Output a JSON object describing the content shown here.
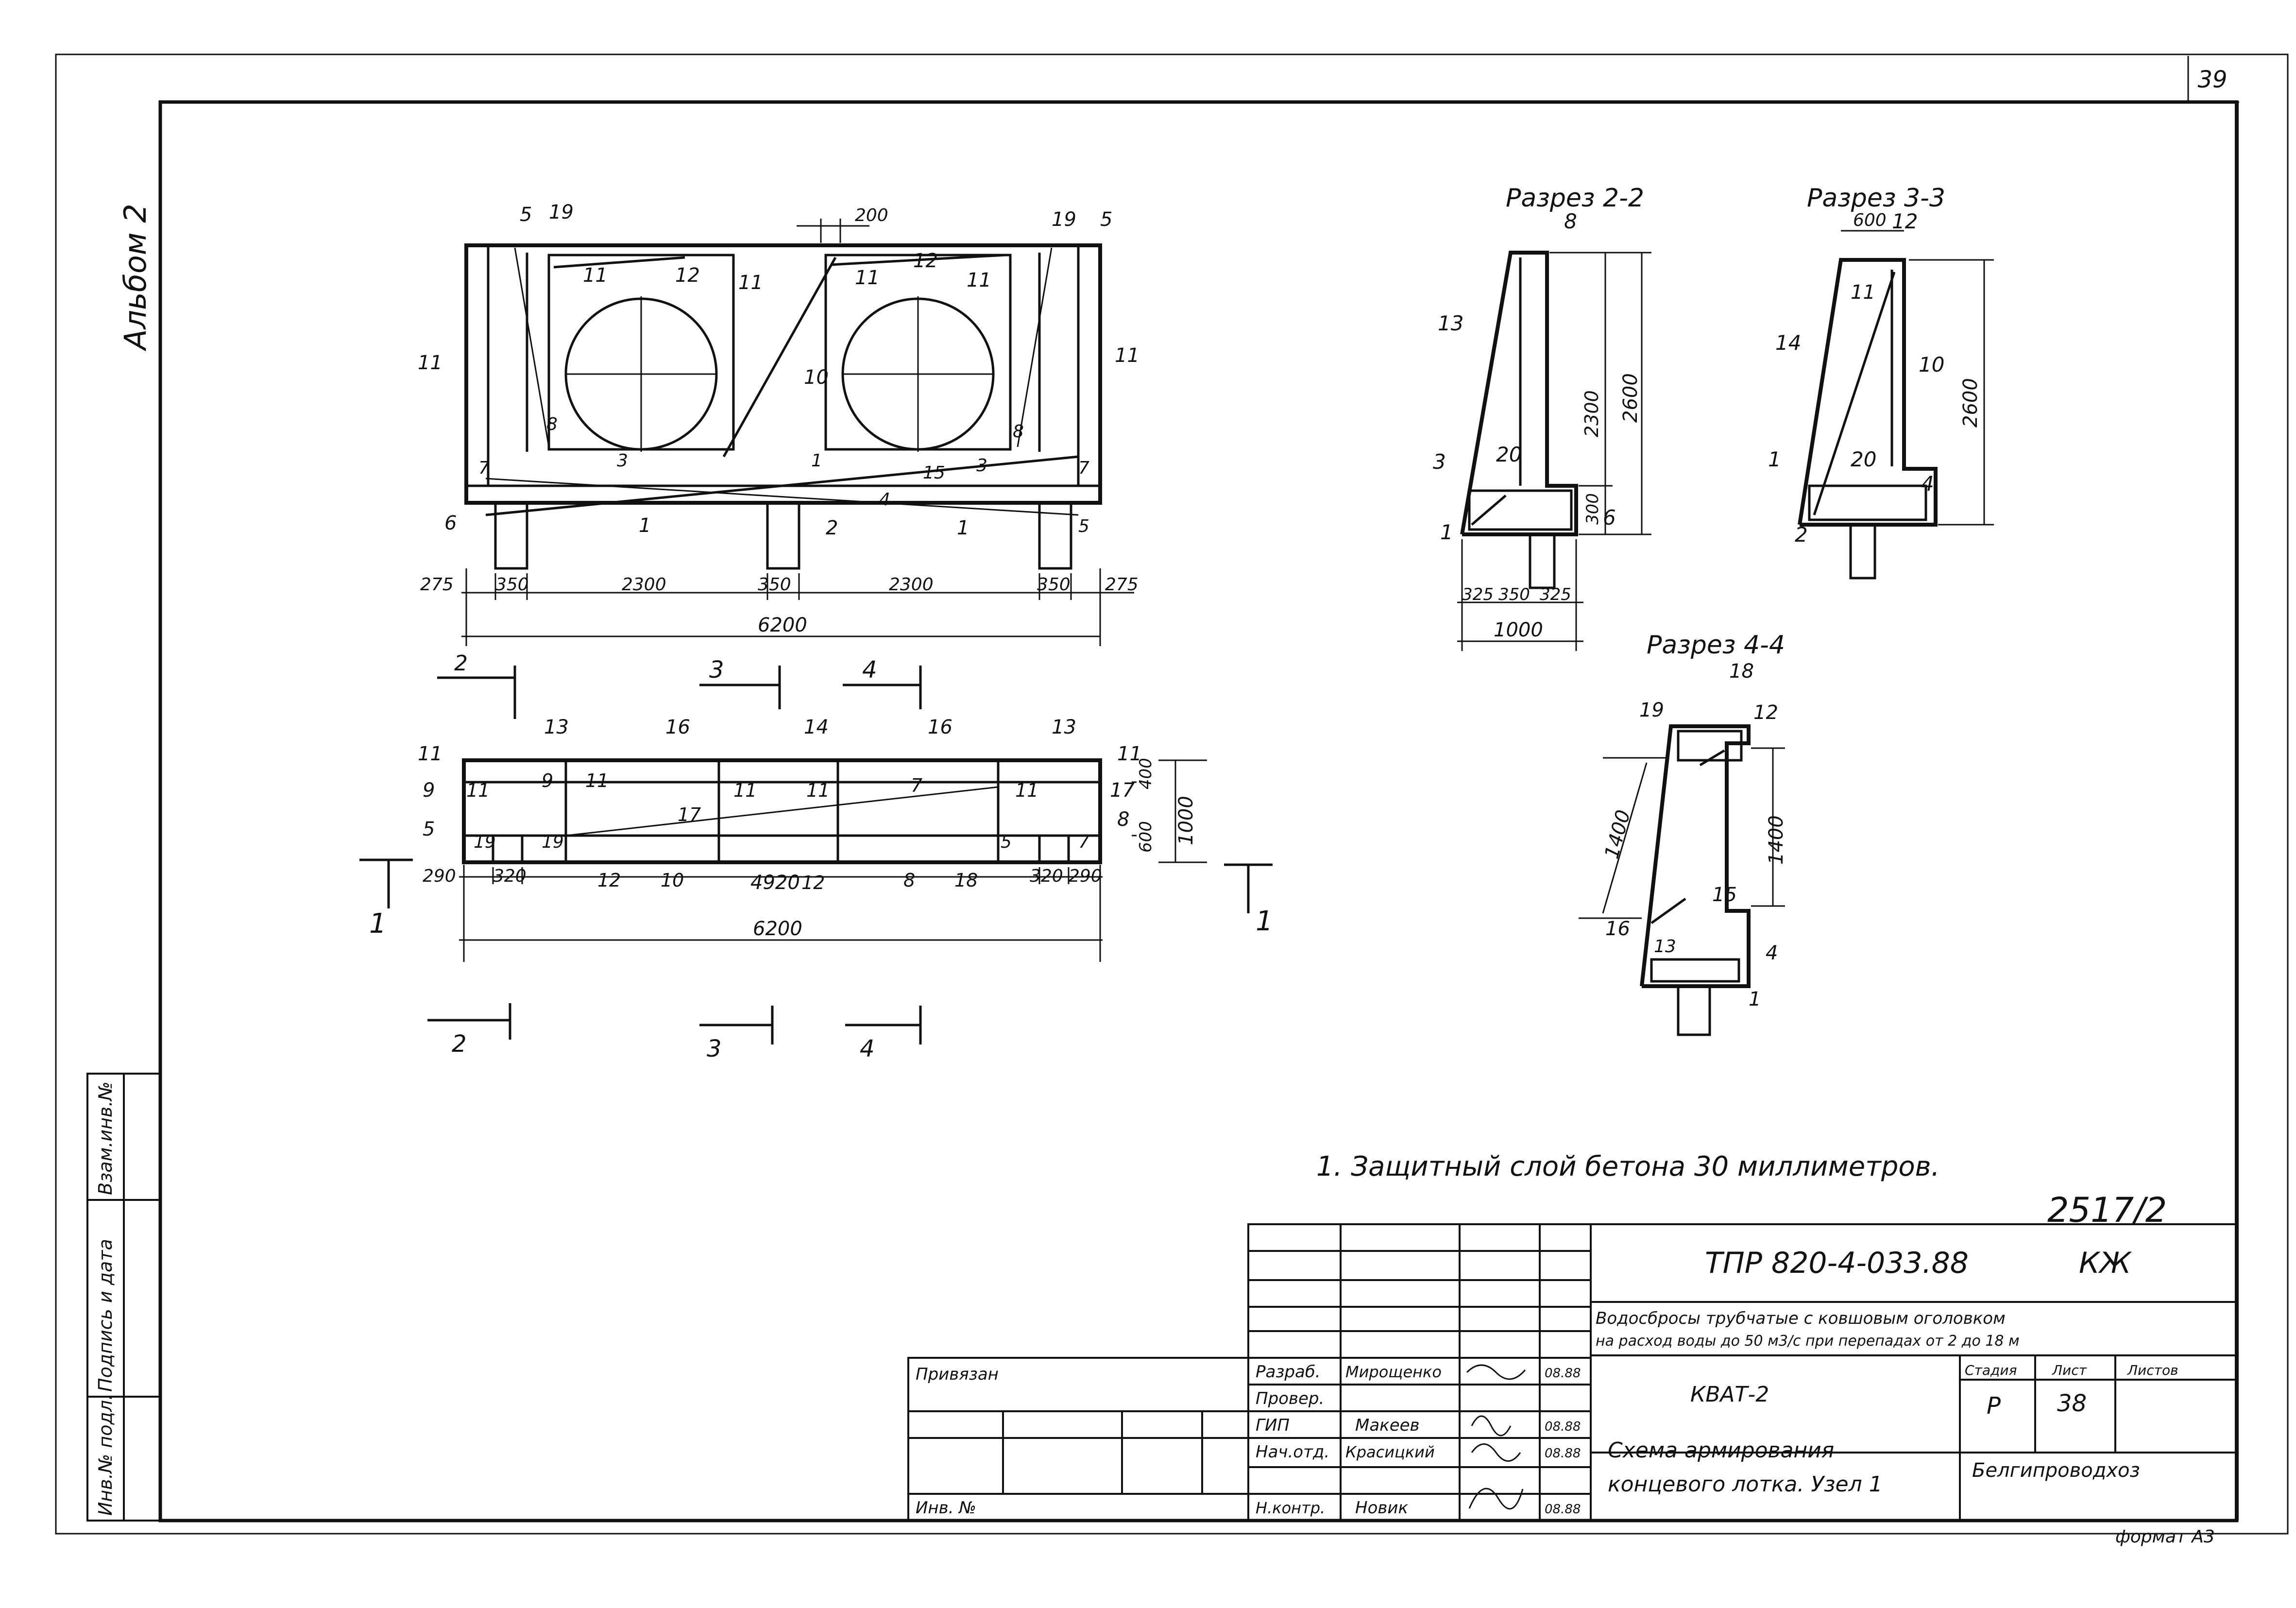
{
  "sheet": {
    "page_number": "39",
    "album_label": "Альбом 2",
    "document_number": "2517/2",
    "format_label": "формат А3",
    "note": "1. Защитный слой бетона 30 миллиметров."
  },
  "sections": {
    "s22": "Разрез 2-2",
    "s33": "Разрез 3-3",
    "s44": "Разрез 4-4"
  },
  "side_stamp": {
    "inv_original": "Инв.№ подл.",
    "signature_date": "Подпись и дата",
    "replacement_inv": "Взам.инв.№"
  },
  "title_block": {
    "code": "ТПР 820-4-033.88",
    "mark": "КЖ",
    "description_line1": "Водосбросы трубчатые с ковшовым оголовком",
    "description_line2": "на расход воды до 50 м3/с при перепадах от 2 до 18 м",
    "object": "КВАТ-2",
    "sheet_title_line1": "Схема армирования",
    "sheet_title_line2": "концевого лотка. Узел 1",
    "organization": "Белгипроводхоз",
    "stage_label": "Стадия",
    "stage_value": "Р",
    "sheet_label": "Лист",
    "sheet_value": "38",
    "sheets_label": "Листов",
    "privyazan": "Привязан",
    "inv_no": "Инв. №",
    "roles": [
      {
        "role": "Разраб.",
        "name": "Мирощенко",
        "date": "08.88"
      },
      {
        "role": "Провер.",
        "name": "",
        "date": ""
      },
      {
        "role": "ГИП",
        "name": "Макеев",
        "date": "08.88"
      },
      {
        "role": "Нач.отд.",
        "name": "Красицкий",
        "date": "08.88"
      },
      {
        "role": "Н.контр.",
        "name": "Новик",
        "date": "08.88"
      }
    ]
  },
  "elevation": {
    "dims_bottom": [
      "275",
      "350",
      "2300",
      "350",
      "2300",
      "350",
      "275"
    ],
    "dim_total": "6200",
    "dim_top": "200",
    "callouts": [
      "5",
      "19",
      "11",
      "12",
      "11",
      "11",
      "12",
      "11",
      "19",
      "5",
      "11",
      "11",
      "10",
      "8",
      "8",
      "7",
      "7",
      "3",
      "1",
      "15",
      "3",
      "4",
      "6",
      "5",
      "1",
      "2",
      "1"
    ],
    "cut_marks": [
      "2",
      "3",
      "4"
    ]
  },
  "plan": {
    "dims_bottom": [
      "290",
      "320",
      "4920",
      "320",
      "290"
    ],
    "dim_total": "6200",
    "dims_right": [
      "400",
      "600",
      "1000"
    ],
    "callouts": [
      "13",
      "16",
      "14",
      "16",
      "13",
      "11",
      "11",
      "11",
      "11",
      "11",
      "11",
      "11",
      "9",
      "9",
      "17",
      "17",
      "7",
      "5",
      "19",
      "19",
      "5",
      "7",
      "8",
      "12",
      "10",
      "12",
      "8",
      "18"
    ],
    "cut_labels": [
      "1",
      "1",
      "2",
      "3",
      "4"
    ]
  },
  "section22": {
    "dims": [
      "325",
      "350",
      "325",
      "1000",
      "2300",
      "2600",
      "300"
    ],
    "callouts": [
      "8",
      "13",
      "3",
      "20",
      "6",
      "1"
    ]
  },
  "section33": {
    "dims": [
      "600",
      "2600"
    ],
    "callouts": [
      "12",
      "11",
      "10",
      "14",
      "1",
      "20",
      "4",
      "2"
    ]
  },
  "section44": {
    "dims": [
      "1400",
      "1400"
    ],
    "callouts": [
      "18",
      "19",
      "12",
      "15",
      "16",
      "13",
      "4",
      "1"
    ]
  }
}
